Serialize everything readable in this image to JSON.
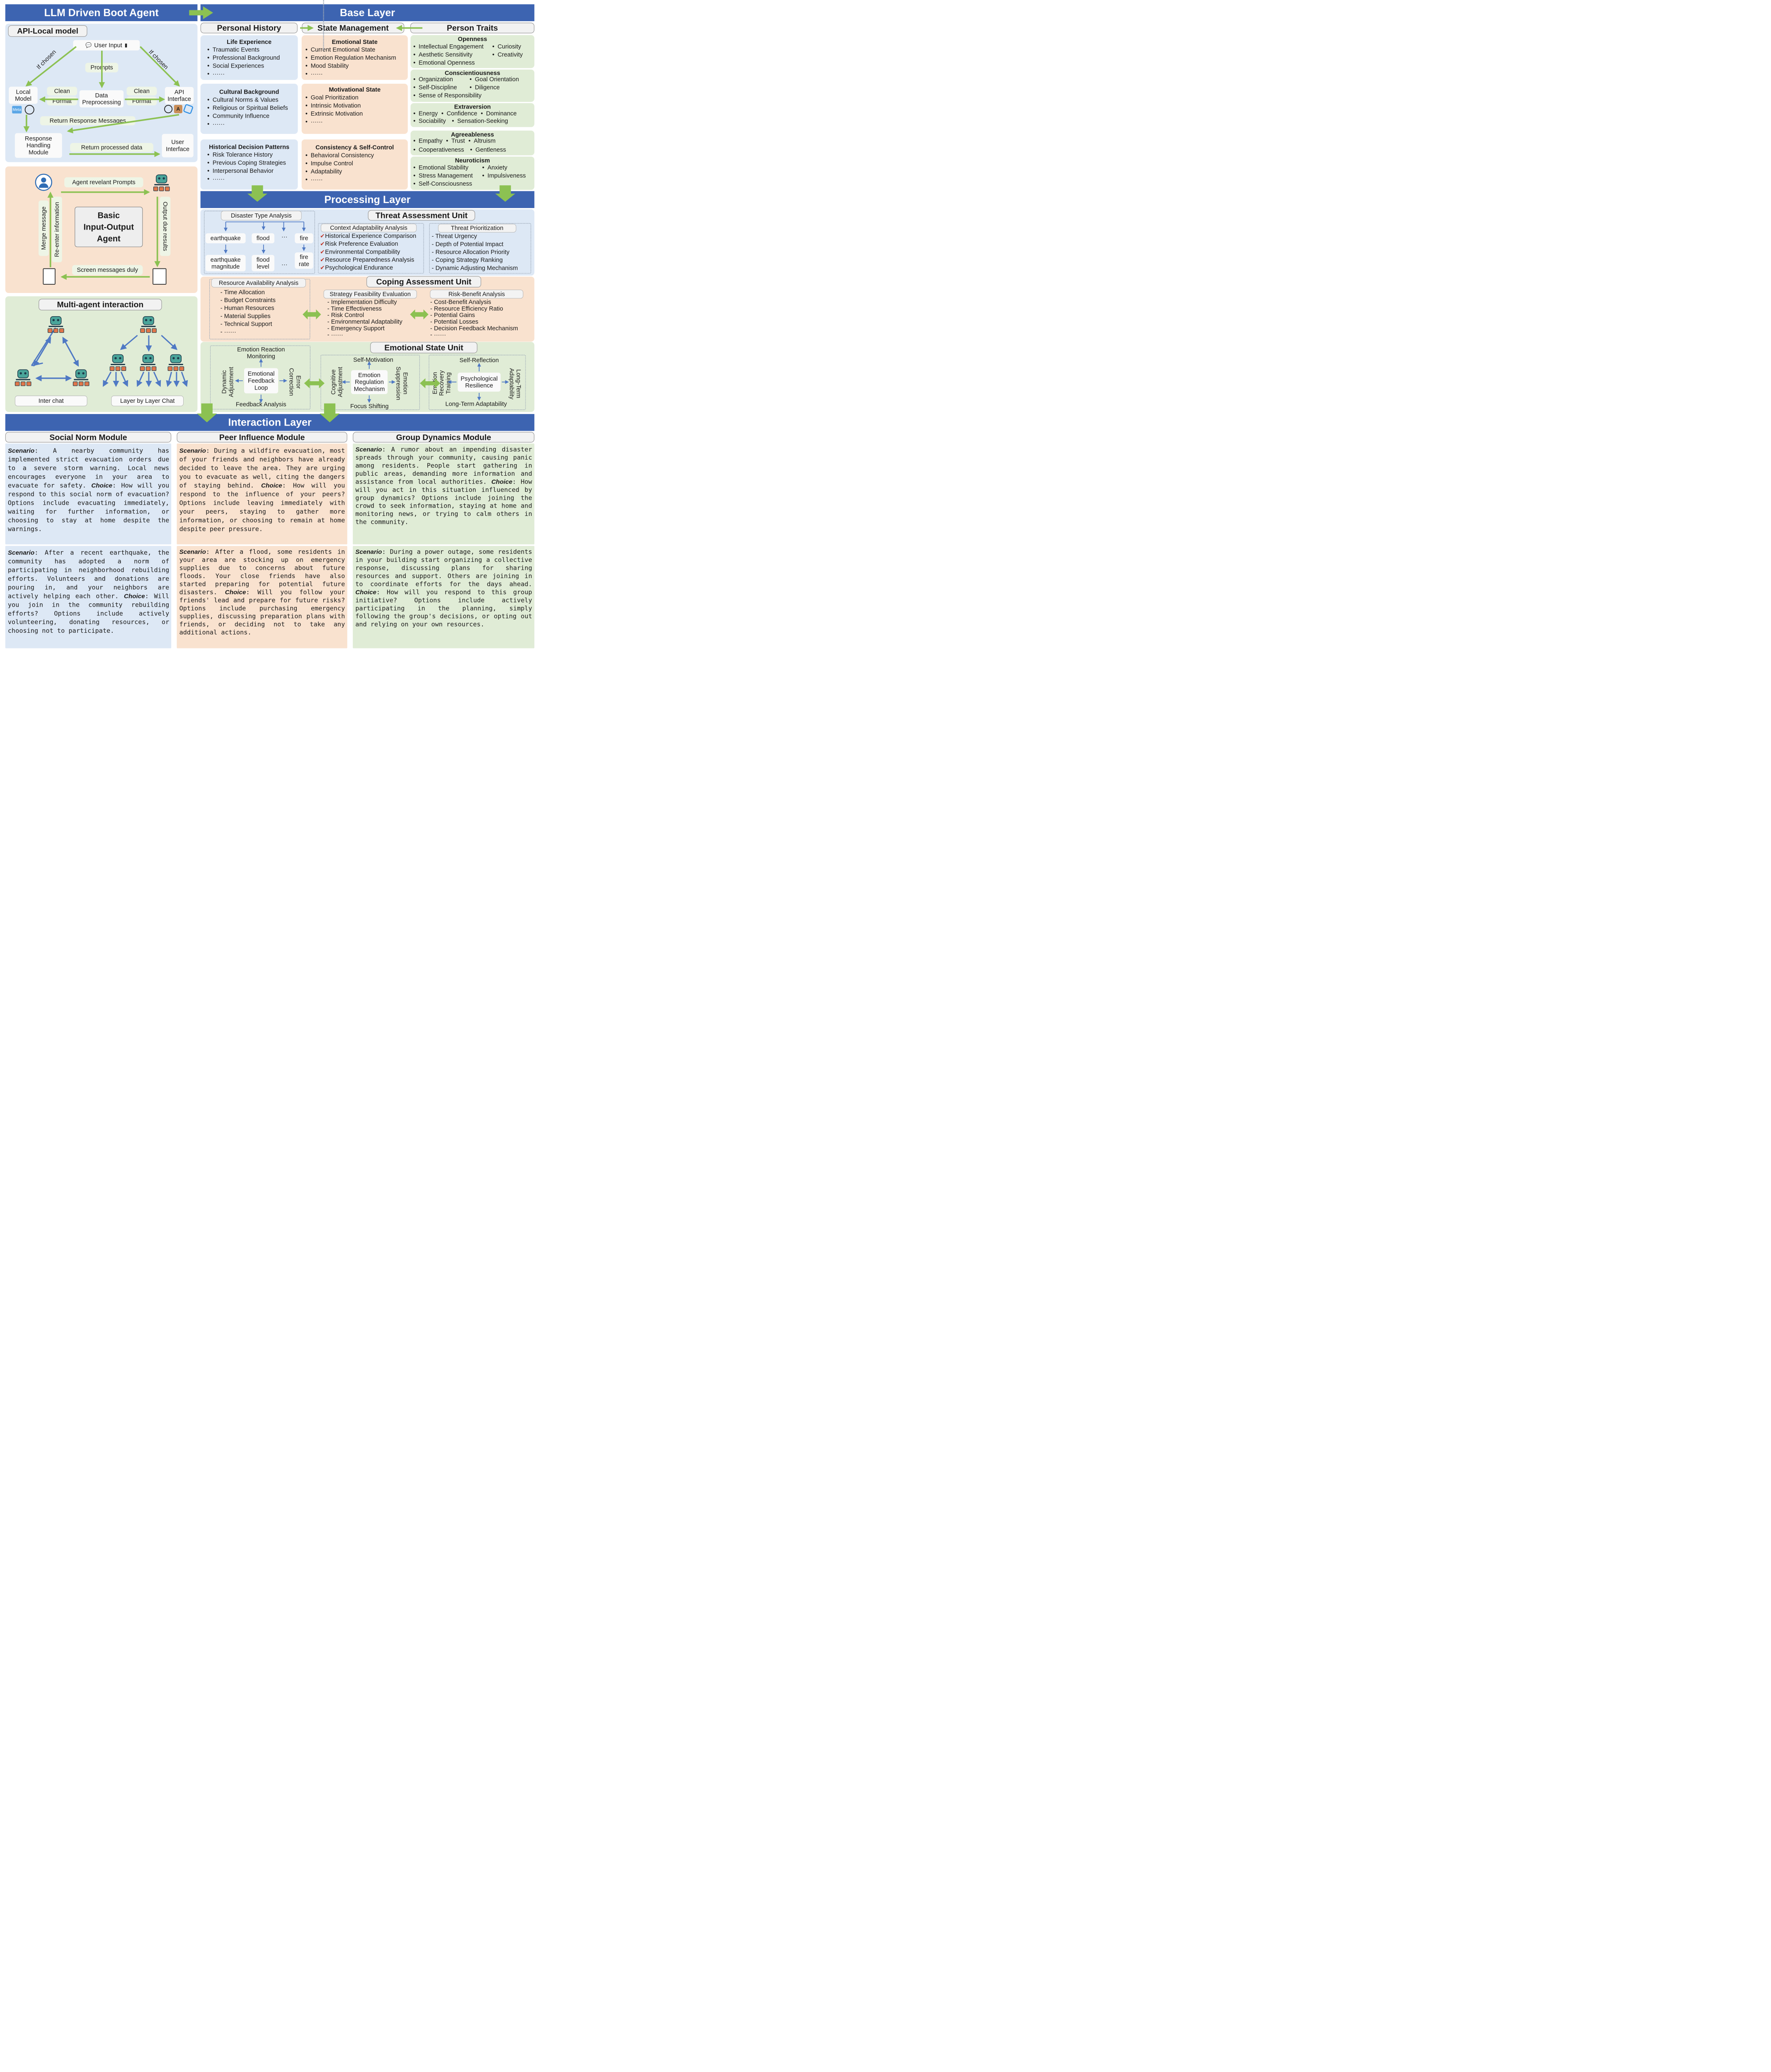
{
  "left": {
    "title": "LLM Driven Boot Agent",
    "api": {
      "title": "API-Local model",
      "user_input": "User Input",
      "prompts": "Prompts",
      "if_chosen_left": "If chosen",
      "if_chosen_right": "If chosen",
      "local_model": "Local\nModel",
      "clean1": "Clean",
      "format1": "Format",
      "data_pre": "Data\nPreprocessing",
      "clean2": "Clean",
      "format2": "Format",
      "api_interface": "API\nInterface",
      "return_resp": "Return Response Messages",
      "resp_module": "Response\nHandling\nModule",
      "return_processed": "Return processed data",
      "user_interface": "User\nInterface",
      "meta_label": "Meta"
    },
    "io": {
      "agent_prompts": "Agent revelant Prompts",
      "basic": "Basic\nInput-Output\nAgent",
      "merge": "Merge message",
      "reenter": "Re-enter information",
      "output_due": "Output due results",
      "screen": "Screen messages duly"
    },
    "multi": {
      "title": "Multi-agent interaction",
      "inter_chat": "Inter chat",
      "layer_chat": "Layer by Layer Chat"
    }
  },
  "base": {
    "title": "Base Layer",
    "personal_history": "Personal History",
    "state_management": "State Management",
    "person_traits": "Person Traits",
    "life_experience": {
      "title": "Life Experience",
      "items": [
        "Traumatic Events",
        "Professional Background",
        "Social Experiences",
        "······"
      ]
    },
    "cultural_background": {
      "title": "Cultural Background",
      "items": [
        "Cultural Norms & Values",
        "Religious or Spiritual Beliefs",
        "Community Influence",
        "······"
      ]
    },
    "historical_decision": {
      "title": "Historical Decision Patterns",
      "items": [
        "Risk Tolerance History",
        "Previous Coping Strategies",
        "Interpersonal Behavior",
        "······"
      ]
    },
    "emotional_state": {
      "title": "Emotional State",
      "items": [
        "Current Emotional State",
        "Emotion Regulation Mechanism",
        "Mood Stability",
        "······"
      ]
    },
    "motivational_state": {
      "title": "Motivational State",
      "items": [
        "Goal Prioritization",
        "Intrinsic Motivation",
        "Extrinsic Motivation",
        "······"
      ]
    },
    "consistency": {
      "title": "Consistency & Self-Control",
      "items": [
        "Behavioral Consistency",
        "Impulse Control",
        "Adaptability",
        "······"
      ]
    },
    "openness": {
      "title": "Openness",
      "col1": [
        "Intellectual Engagement",
        "Aesthetic Sensitivity",
        "Emotional Openness"
      ],
      "col2": [
        "Curiosity",
        "Creativity"
      ]
    },
    "conscientiousness": {
      "title": "Conscientiousness",
      "col1": [
        "Organization",
        "Self-Discipline",
        "Sense of Responsibility"
      ],
      "col2": [
        "Goal Orientation",
        "Diligence"
      ]
    },
    "extraversion": {
      "title": "Extraversion",
      "row1": [
        "Energy",
        "Confidence",
        "Dominance"
      ],
      "row2": [
        "Sociability",
        "Sensation-Seeking"
      ]
    },
    "agreeableness": {
      "title": "Agreeableness",
      "row1": [
        "Empathy",
        "Trust",
        "Altruism"
      ],
      "row2": [
        "Cooperativeness",
        "Gentleness"
      ]
    },
    "neuroticism": {
      "title": "Neuroticism",
      "col1": [
        "Emotional Stability",
        "Stress Management",
        "Self-Consciousness"
      ],
      "col2": [
        "Anxiety",
        "Impulsiveness"
      ]
    }
  },
  "processing": {
    "title": "Processing Layer",
    "disaster": {
      "title": "Disaster Type Analysis",
      "types": [
        "earthquake",
        "flood",
        "···",
        "fire"
      ],
      "measures": [
        "earthquake\nmagnitude",
        "flood\nlevel",
        "···",
        "fire\nrate"
      ]
    },
    "threat_unit": "Threat Assessment Unit",
    "context": {
      "title": "Context Adaptability Analysis",
      "items": [
        "Historical Experience Comparison",
        "Risk Preference Evaluation",
        "Environmental Compatibility",
        "Resource Preparedness Analysis",
        "Psychological Endurance"
      ]
    },
    "threat_prio": {
      "title": "Threat Prioritization",
      "items": [
        "- Threat Urgency",
        "- Depth of Potential Impact",
        "- Resource Allocation Priority",
        "- Coping Strategy Ranking",
        "- Dynamic Adjusting Mechanism"
      ]
    },
    "resource": {
      "title": "Resource Availability Analysis",
      "items": [
        "- Time Allocation",
        "- Budget Constraints",
        "- Human Resources",
        "- Material Supplies",
        "- Technical Support",
        "- ······"
      ]
    },
    "coping_unit": "Coping Assessment Unit",
    "strategy": {
      "title": "Strategy Feasibility Evaluation",
      "items": [
        "- Implementation Difficulty",
        "- Time Effectiveness",
        "- Risk Control",
        "- Environmental Adaptability",
        "- Emergency Support",
        "- ······"
      ]
    },
    "riskbenefit": {
      "title": "Risk-Benefit Analysis",
      "items": [
        "- Cost-Benefit Analysis",
        "- Resource Efficiency Ratio",
        "- Potential Gains",
        "- Potential Losses",
        "- Decision Feedback Mechanism",
        "- ······"
      ]
    },
    "emotional_unit": "Emotional State Unit",
    "loop1": {
      "center": "Emotional\nFeedback\nLoop",
      "top": "Emotion Reaction\nMonitoring",
      "bottom": "Feedback Analysis",
      "left": "Dynamic\nAdjustment",
      "right": "Error\nCorrection"
    },
    "loop2": {
      "center": "Emotion\nRegulation\nMechanism",
      "top": "Self-Motivation",
      "bottom": "Focus Shifting",
      "left": "Cognitive\nAdjustment",
      "right": "Emotion\nSuppression"
    },
    "loop3": {
      "center": "Psychological\nResilience",
      "top": "Self-Reflection",
      "bottom": "Long-Term Adaptability",
      "left": "Emotion\nRecovery\nTraining",
      "right": "Long-Term\nAdaptability"
    }
  },
  "interaction": {
    "title": "Interaction Layer",
    "modules": [
      {
        "title": "Social Norm Module",
        "scenarios": [
          {
            "scenario": "A nearby community has implemented strict evacuation orders due to a severe storm warning. Local news encourages everyone in your area to evacuate for safety.",
            "choice": "How will you respond to this social norm of evacuation? Options include evacuating immediately, waiting for further information, or choosing to stay at home despite the warnings."
          },
          {
            "scenario": "After a recent earthquake, the community has adopted a norm of participating in neighborhood rebuilding efforts. Volunteers and donations are pouring in, and your neighbors are actively helping each other.",
            "choice": "Will you join in the community rebuilding efforts? Options include actively volunteering, donating resources, or choosing not to participate."
          }
        ]
      },
      {
        "title": "Peer Influence Module",
        "scenarios": [
          {
            "scenario": "During a wildfire evacuation, most of your friends and neighbors have already decided to leave the area. They are urging you to evacuate as well, citing the dangers of staying behind.",
            "choice": "How will you respond to the influence of your peers? Options include leaving immediately with your peers, staying to gather more information, or choosing to remain at home despite peer pressure."
          },
          {
            "scenario": "After a flood, some residents in your area are stocking up on emergency supplies due to concerns about future floods. Your close friends have also started preparing for potential future disasters.",
            "choice": "Will you follow your friends' lead and prepare for future risks? Options include purchasing emergency supplies, discussing preparation plans with friends, or deciding not to take any additional actions."
          }
        ]
      },
      {
        "title": "Group Dynamics Module",
        "scenarios": [
          {
            "scenario": "A rumor about an impending disaster spreads through your community, causing panic among residents. People start gathering in public areas, demanding more information and assistance from local authorities.",
            "choice": "How will you act in this situation influenced by group dynamics? Options include joining the crowd to seek information, staying at home and monitoring news, or trying to calm others in the community."
          },
          {
            "scenario": "During a power outage, some residents in your building start organizing a collective response, discussing plans for sharing resources and support. Others are joining in to coordinate efforts for the days ahead.",
            "choice": "How will you respond to this group initiative? Options include actively participating in the planning, simply following the group's decisions, or opting out and relying on your own resources."
          }
        ]
      }
    ],
    "scenario_label": "Scenario",
    "choice_label": "Choice"
  },
  "colors": {
    "banner": "#3d64b1",
    "arrow_green": "#8cc152",
    "arrow_blue": "#4f79c4",
    "blue_panel": "#dde8f5",
    "peach_panel": "#f9e2cf",
    "green_panel": "#e0ecd6"
  }
}
